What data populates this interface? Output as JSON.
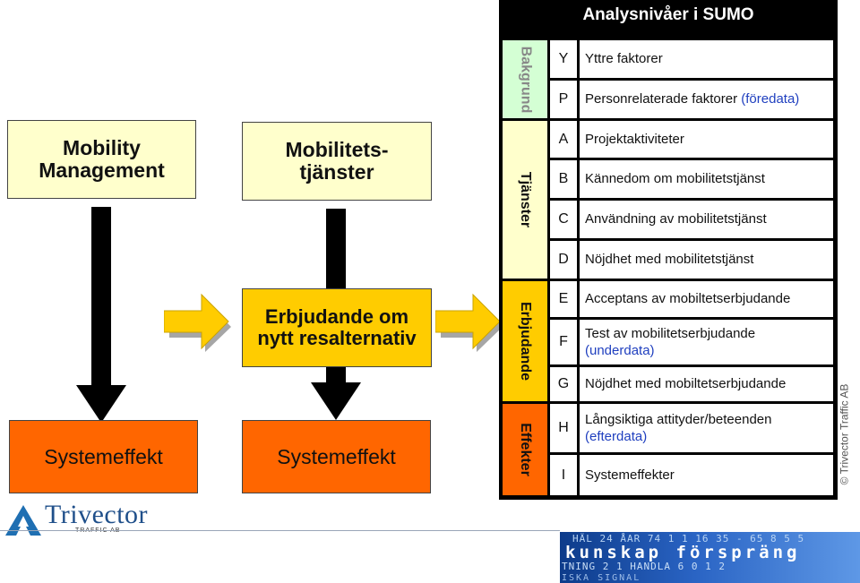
{
  "boxes": {
    "mm": "Mobility\nManagement",
    "mt": "Mobilitets-\ntjänster",
    "erb": "Erbjudande om\nnytt resalternativ",
    "sys1": "Systemeffekt",
    "sys2": "Systemeffekt"
  },
  "sumo": {
    "title": "Analysnivåer i SUMO",
    "groups": [
      {
        "label": "Bakgrund",
        "color": "#d4ffd4"
      },
      {
        "label": "Tjänster",
        "color": "#ffffcc"
      },
      {
        "label": "Erbjudande",
        "color": "#ffcc00"
      },
      {
        "label": "Effekter",
        "color": "#ff6600"
      }
    ],
    "rows": [
      {
        "letter": "Y",
        "text": "Yttre faktorer",
        "paren": ""
      },
      {
        "letter": "P",
        "text": "Personrelaterade faktorer ",
        "paren": "(föredata)"
      },
      {
        "letter": "A",
        "text": "Projektaktiviteter",
        "paren": ""
      },
      {
        "letter": "B",
        "text": "Kännedom om mobilitetstjänst",
        "paren": ""
      },
      {
        "letter": "C",
        "text": "Användning av mobilitetstjänst",
        "paren": ""
      },
      {
        "letter": "D",
        "text": "Nöjdhet med mobilitetstjänst",
        "paren": ""
      },
      {
        "letter": "E",
        "text": "Acceptans av mobiltetserbjudande",
        "paren": ""
      },
      {
        "letter": "F",
        "text": "Test av mobilitetserbjudande",
        "paren": "(underdata)"
      },
      {
        "letter": "G",
        "text": "Nöjdhet med mobiltetserbjudande",
        "paren": ""
      },
      {
        "letter": "H",
        "text": "Långsiktiga attityder/beteenden",
        "paren": "(efterdata)"
      },
      {
        "letter": "I",
        "text": "Systemeffekter",
        "paren": ""
      }
    ]
  },
  "copyright": "© Trivector Traffic AB",
  "logo": {
    "name": "Trivector",
    "sub": "TRAFFIC AB"
  },
  "banner": {
    "line1": "HÄL 24 ÅAR 74 1 1 16 35 - 65 8 5 5",
    "line2": "kunskap  förspräng",
    "line3": "TNING 2 1 HANDLA 6 0 1 2",
    "line4": "ISKA  SIGNAL"
  }
}
